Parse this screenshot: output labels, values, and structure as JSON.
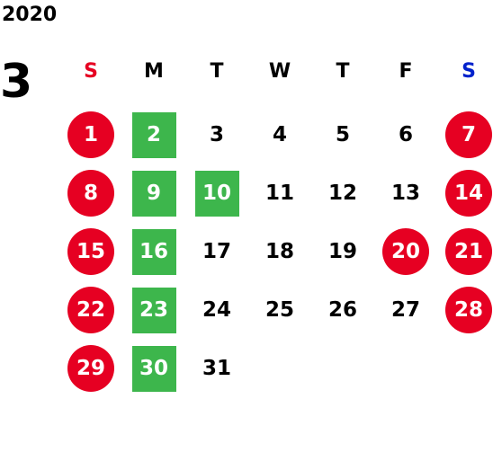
{
  "year": "2020",
  "month": "3",
  "colors": {
    "holiday_bg": "#e60022",
    "green_bg": "#3db64c",
    "sunday_label": "#e60022",
    "saturday_label": "#0022cc",
    "text": "#000000"
  },
  "weekdays": [
    "S",
    "M",
    "T",
    "W",
    "T",
    "F",
    "S"
  ],
  "weeks": [
    [
      {
        "n": "1",
        "style": "holiday"
      },
      {
        "n": "2",
        "style": "green"
      },
      {
        "n": "3",
        "style": ""
      },
      {
        "n": "4",
        "style": ""
      },
      {
        "n": "5",
        "style": ""
      },
      {
        "n": "6",
        "style": ""
      },
      {
        "n": "7",
        "style": "holiday"
      }
    ],
    [
      {
        "n": "8",
        "style": "holiday"
      },
      {
        "n": "9",
        "style": "green"
      },
      {
        "n": "10",
        "style": "green"
      },
      {
        "n": "11",
        "style": ""
      },
      {
        "n": "12",
        "style": ""
      },
      {
        "n": "13",
        "style": ""
      },
      {
        "n": "14",
        "style": "holiday"
      }
    ],
    [
      {
        "n": "15",
        "style": "holiday"
      },
      {
        "n": "16",
        "style": "green"
      },
      {
        "n": "17",
        "style": ""
      },
      {
        "n": "18",
        "style": ""
      },
      {
        "n": "19",
        "style": ""
      },
      {
        "n": "20",
        "style": "holiday"
      },
      {
        "n": "21",
        "style": "holiday"
      }
    ],
    [
      {
        "n": "22",
        "style": "holiday"
      },
      {
        "n": "23",
        "style": "green"
      },
      {
        "n": "24",
        "style": ""
      },
      {
        "n": "25",
        "style": ""
      },
      {
        "n": "26",
        "style": ""
      },
      {
        "n": "27",
        "style": ""
      },
      {
        "n": "28",
        "style": "holiday"
      }
    ],
    [
      {
        "n": "29",
        "style": "holiday"
      },
      {
        "n": "30",
        "style": "green"
      },
      {
        "n": "31",
        "style": ""
      },
      {
        "n": "",
        "style": ""
      },
      {
        "n": "",
        "style": ""
      },
      {
        "n": "",
        "style": ""
      },
      {
        "n": "",
        "style": ""
      }
    ]
  ]
}
